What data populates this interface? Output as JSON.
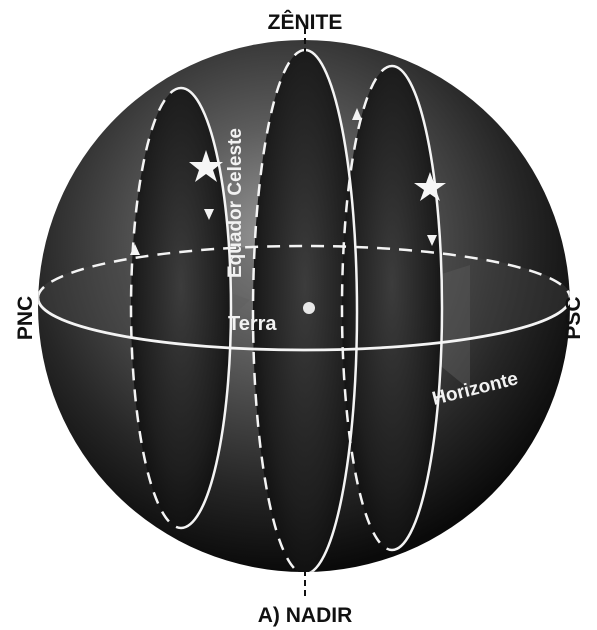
{
  "labels": {
    "zenith": "ZÊNITE",
    "nadir": "A) NADIR",
    "pnc": "PNC",
    "psc": "PSC",
    "equator": "Equador Celeste",
    "earth": "Terra",
    "horizon": "Horizonte"
  },
  "colors": {
    "background": "#ffffff",
    "sphere_light": "#8a8a8a",
    "sphere_dark": "#0e0e0e",
    "lines": "#f4f4f4",
    "outer_text": "#111111"
  },
  "icons": [
    "star-icon",
    "star-icon",
    "earth-dot-icon",
    "arrow-icon"
  ]
}
